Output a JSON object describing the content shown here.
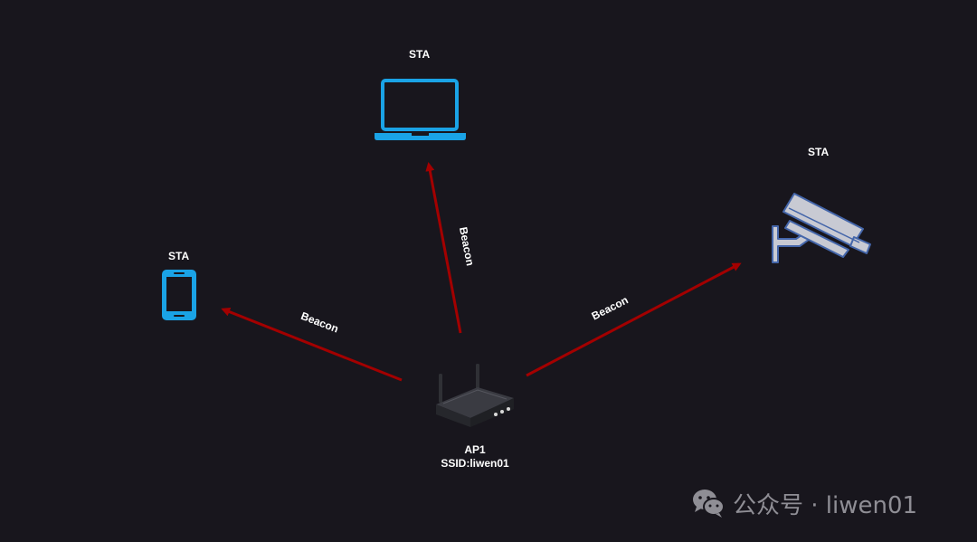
{
  "sta_label": "STA",
  "beacon_label": "Beacon",
  "ap": {
    "name": "AP1",
    "ssid": "SSID:liwen01"
  },
  "watermark": {
    "text": "公众号 · liwen01",
    "icon": "wechat-icon"
  },
  "colors": {
    "background": "#18161d",
    "arrow": "#a30000",
    "device_blue": "#1aa3e6",
    "camera_fill": "#c8cad3",
    "camera_stroke": "#4466aa",
    "text": "#ffffff",
    "watermark": "#8f8e95"
  },
  "icons": [
    "laptop-icon",
    "smartphone-icon",
    "security-camera-icon",
    "router-icon"
  ]
}
